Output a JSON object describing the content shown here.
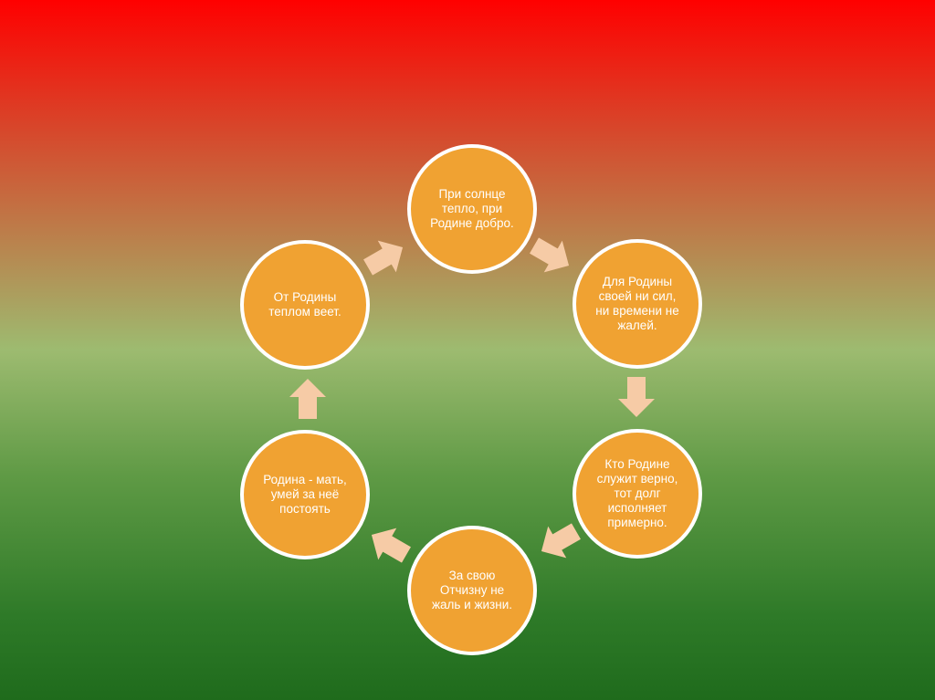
{
  "diagram": {
    "type": "cycle",
    "colors": {
      "node_fill": "#f0a232",
      "node_border": "#ffffff",
      "arrow": "#f6cba6"
    },
    "nodes": [
      {
        "text": "При солнце тепло, при Родине добро."
      },
      {
        "text": "Для Родины своей ни сил, ни времени не жалей."
      },
      {
        "text": "Кто Родине служит верно, тот долг исполняет примерно."
      },
      {
        "text": "За свою Отчизну не жаль и жизни."
      },
      {
        "text": "Родина - мать, умей за неё постоять"
      },
      {
        "text": "От Родины теплом веет."
      }
    ]
  }
}
